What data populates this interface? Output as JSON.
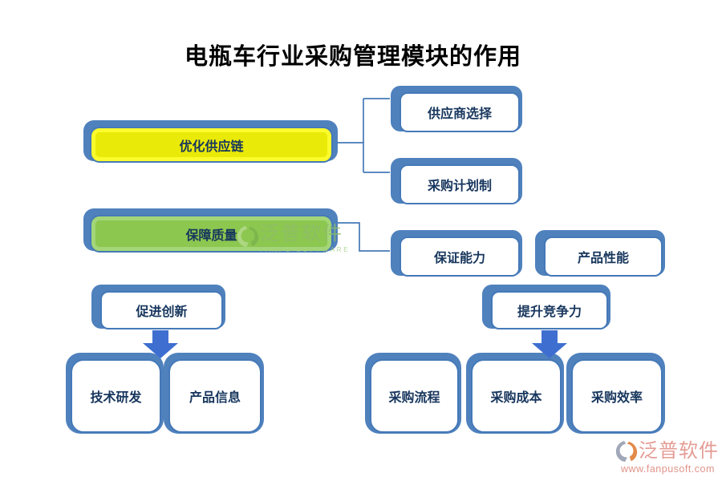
{
  "title": "电瓶车行业采购管理模块的作用",
  "nodes": {
    "optimize_supply_chain": "优化供应链",
    "ensure_quality": "保障质量",
    "supplier_selection": "供应商选择",
    "procurement_planning": "采购计划制",
    "capability_assurance": "保证能力",
    "product_performance": "产品性能",
    "promote_innovation": "促进创新",
    "tech_rd": "技术研发",
    "product_info": "产品信息",
    "enhance_competitiveness": "提升竞争力",
    "procurement_process": "采购流程",
    "procurement_cost": "采购成本",
    "procurement_efficiency": "采购效率"
  },
  "connections": [
    {
      "from": "优化供应链",
      "to": "供应商选择",
      "type": "line"
    },
    {
      "from": "优化供应链",
      "to": "采购计划制",
      "type": "line"
    },
    {
      "from": "保障质量",
      "to": "保证能力",
      "type": "line"
    },
    {
      "from": "促进创新",
      "to": "技术研发, 产品信息",
      "type": "arrow"
    },
    {
      "from": "提升竞争力",
      "to": "采购流程, 采购成本, 采购效率",
      "type": "arrow"
    }
  ],
  "watermark_center": {
    "brand": "泛普软件",
    "tagline": "FANPU SOFTWARE"
  },
  "watermark_corner": {
    "brand": "泛普软件",
    "url": "www.fanpusoft.com"
  },
  "colors": {
    "node_border": "#4579b8",
    "node_shadow": "#4f81bd",
    "highlight_yellow": "#eaea08",
    "highlight_green": "#8cc750",
    "arrow_blue": "#3e6fd0",
    "label_text": "#17365d",
    "title_text": "#000000",
    "watermark_green": "#8fbc6a",
    "watermark_salmon": "#e2948c"
  }
}
